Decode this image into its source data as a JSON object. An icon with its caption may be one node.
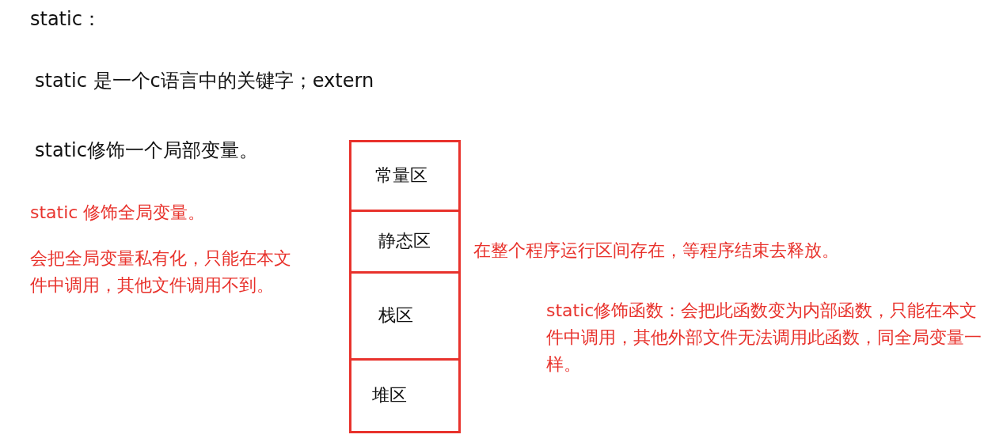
{
  "diagram": {
    "nodes": [
      {
        "text": [
          "常量区"
        ]
      },
      {
        "text": [
          "静态区"
        ],
        "beside": [
          "在整个程序运行区间存在，等程序结束去释放。"
        ]
      },
      {
        "text": [
          "栈区"
        ]
      },
      {
        "text": [
          "堆区"
        ]
      }
    ],
    "labels": [
      "static：",
      "static 是一个c语言中的关键字；extern",
      "static修饰一个局部变量。",
      "static 修饰全局变量。",
      "会把全局变量私有化，只能在本文件中调用，其他文件调用不到。",
      "static修饰函数：会把此函数变为内部函数，只能在本文件中调用，其他外部文件无法调用此函数，同全局变量一样。"
    ]
  }
}
